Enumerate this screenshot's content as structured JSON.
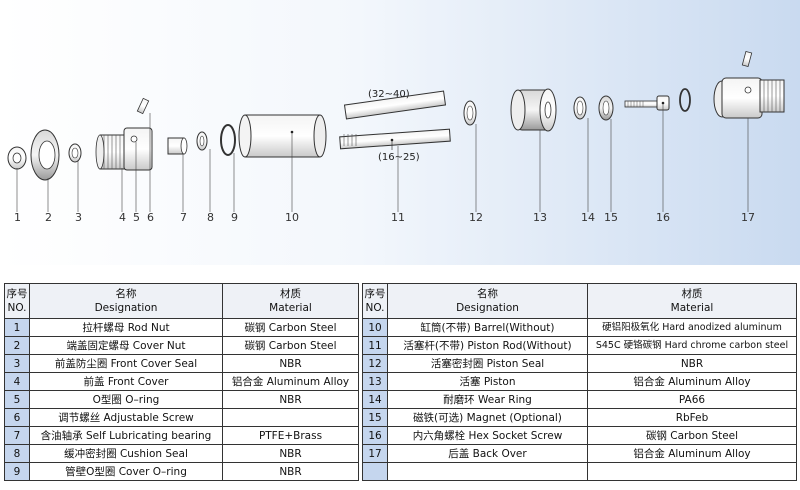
{
  "header": {
    "no_cn": "序号",
    "no_en": "NO.",
    "des_cn": "名称",
    "des_en": "Designation",
    "mat_cn": "材质",
    "mat_en": "Material"
  },
  "dimensions": {
    "upper": "(32~40)",
    "lower": "(16~25)"
  },
  "part_labels": [
    "1",
    "2",
    "3",
    "4",
    "5",
    "6",
    "7",
    "8",
    "9",
    "10",
    "11",
    "12",
    "13",
    "14",
    "15",
    "16",
    "17"
  ],
  "parts_left": [
    {
      "no": "1",
      "designation": "拉杆螺母 Rod Nut",
      "material": "碳钢 Carbon Steel"
    },
    {
      "no": "2",
      "designation": "端盖固定螺母 Cover Nut",
      "material": "碳钢 Carbon Steel"
    },
    {
      "no": "3",
      "designation": "前盖防尘圈 Front Cover Seal",
      "material": "NBR"
    },
    {
      "no": "4",
      "designation": "前盖 Front Cover",
      "material": "铝合金 Aluminum Alloy"
    },
    {
      "no": "5",
      "designation": "O型圈 O–ring",
      "material": "NBR"
    },
    {
      "no": "6",
      "designation": "调节螺丝 Adjustable Screw",
      "material": ""
    },
    {
      "no": "7",
      "designation": "含油轴承 Self Lubricating bearing",
      "material": "PTFE+Brass"
    },
    {
      "no": "8",
      "designation": "缓冲密封圈 Cushion Seal",
      "material": "NBR"
    },
    {
      "no": "9",
      "designation": "管壁O型圈 Cover O–ring",
      "material": "NBR"
    }
  ],
  "parts_right": [
    {
      "no": "10",
      "designation": "缸筒(不带) Barrel(Without)",
      "material": "硬铝阳极氧化 Hard anodized aluminum"
    },
    {
      "no": "11",
      "designation": "活塞杆(不带) Piston Rod(Without)",
      "material": "S45C 硬铬碳钢 Hard chrome carbon steel"
    },
    {
      "no": "12",
      "designation": "活塞密封圈 Piston Seal",
      "material": "NBR"
    },
    {
      "no": "13",
      "designation": "活塞 Piston",
      "material": "铝合金 Aluminum Alloy"
    },
    {
      "no": "14",
      "designation": "耐磨环 Wear Ring",
      "material": "PA66"
    },
    {
      "no": "15",
      "designation": "磁铁(可选) Magnet (Optional)",
      "material": "RbFeb"
    },
    {
      "no": "16",
      "designation": "内六角螺栓 Hex Socket Screw",
      "material": "碳钢 Carbon Steel"
    },
    {
      "no": "17",
      "designation": "后盖 Back Over",
      "material": "铝合金 Aluminum Alloy"
    },
    {
      "no": "",
      "designation": "",
      "material": ""
    }
  ]
}
